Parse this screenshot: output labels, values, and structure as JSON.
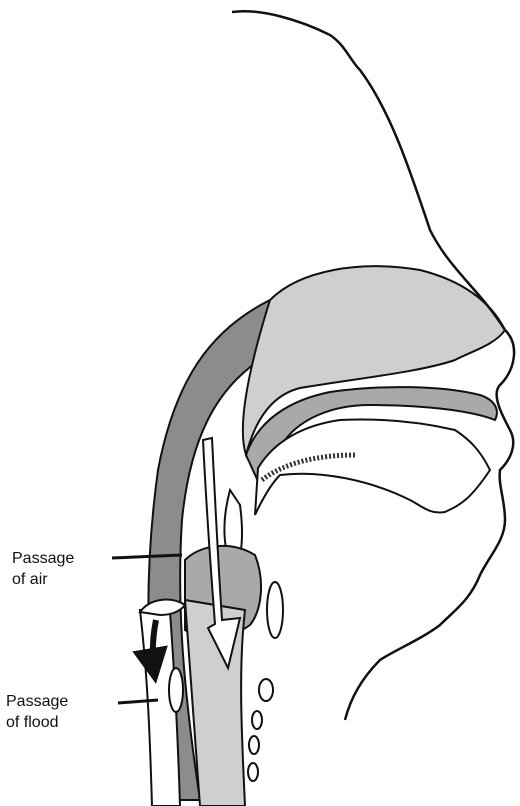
{
  "labels": {
    "air": {
      "line1": "Passage",
      "line2": "of air"
    },
    "food": {
      "line1": "Passage",
      "line2": "of flood"
    }
  },
  "colors": {
    "outline": "#111111",
    "tissue_dark": "#8c8c8c",
    "tissue_mid": "#a9a9a9",
    "tissue_light": "#cfcfcf",
    "white": "#ffffff"
  }
}
